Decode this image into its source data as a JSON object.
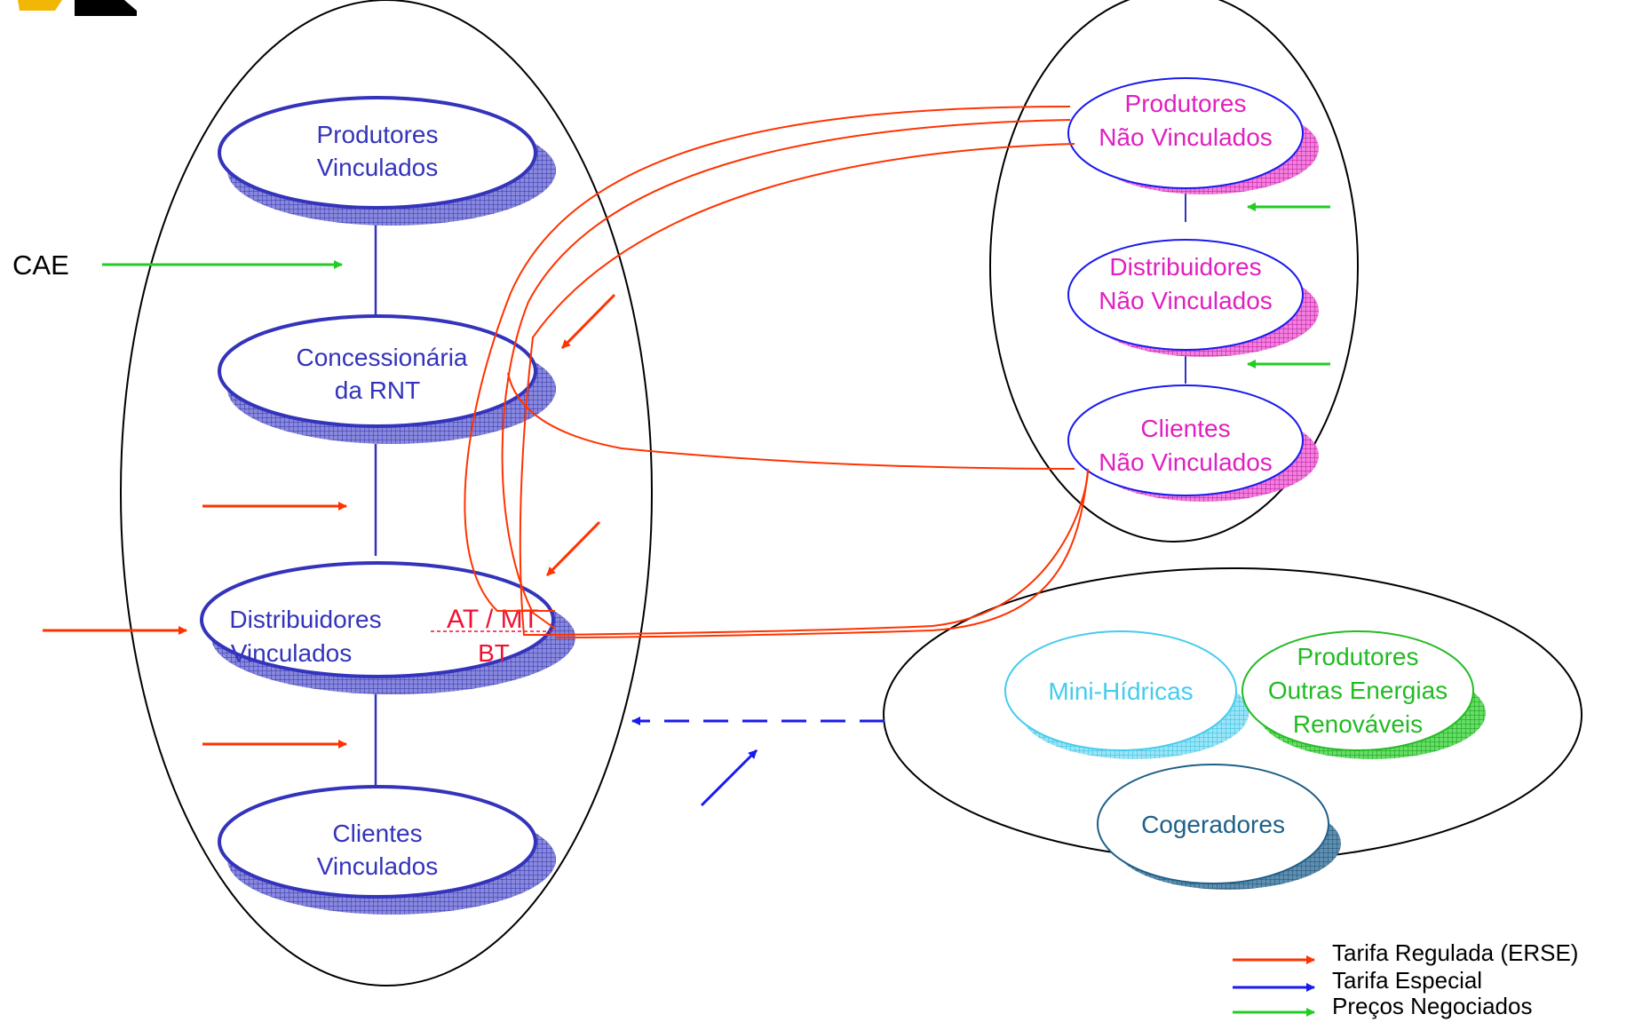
{
  "colors": {
    "vinculado": "#3333bb",
    "nao_vinculado": "#e020c0",
    "mini_hidricas": "#44ccee",
    "outras_energias": "#22bb22",
    "cogeradores": "#1f5f88",
    "tarifa_regulada": "#ff3300",
    "tarifa_especial": "#1a1aee",
    "precos_negociados": "#22cc22",
    "voltage_label": "#ee1133"
  },
  "icons": {
    "logo": "corner-logo-icon"
  },
  "sistema_vinculado": {
    "produtores": {
      "line1": "Produtores",
      "line2": "Vinculados"
    },
    "concessionaria": {
      "line1": "Concessionária",
      "line2": "da RNT"
    },
    "distribuidores": {
      "line1": "Distribuidores",
      "line2": "Vinculados"
    },
    "clientes": {
      "line1": "Clientes",
      "line2": "Vinculados"
    },
    "voltage_at_mt": "AT / MT",
    "voltage_bt": "BT"
  },
  "sistema_nao_vinculado": {
    "produtores": {
      "line1": "Produtores",
      "line2": "Não Vinculados"
    },
    "distribuidores": {
      "line1": "Distribuidores",
      "line2": "Não Vinculados"
    },
    "clientes": {
      "line1": "Clientes",
      "line2": "Não Vinculados"
    }
  },
  "produtores_independentes": {
    "mini_hidricas": "Mini-Hídricas",
    "outras_energias": {
      "line1": "Produtores",
      "line2": "Outras Energias",
      "line3": "Renováveis"
    },
    "cogeradores": "Cogeradores"
  },
  "cae_label": "CAE",
  "legend": {
    "items": [
      {
        "label": "Tarifa Regulada (ERSE)",
        "color": "#ff3300"
      },
      {
        "label": "Tarifa Especial",
        "color": "#1a1aee"
      },
      {
        "label": "Preços Negociados",
        "color": "#22cc22"
      }
    ]
  }
}
